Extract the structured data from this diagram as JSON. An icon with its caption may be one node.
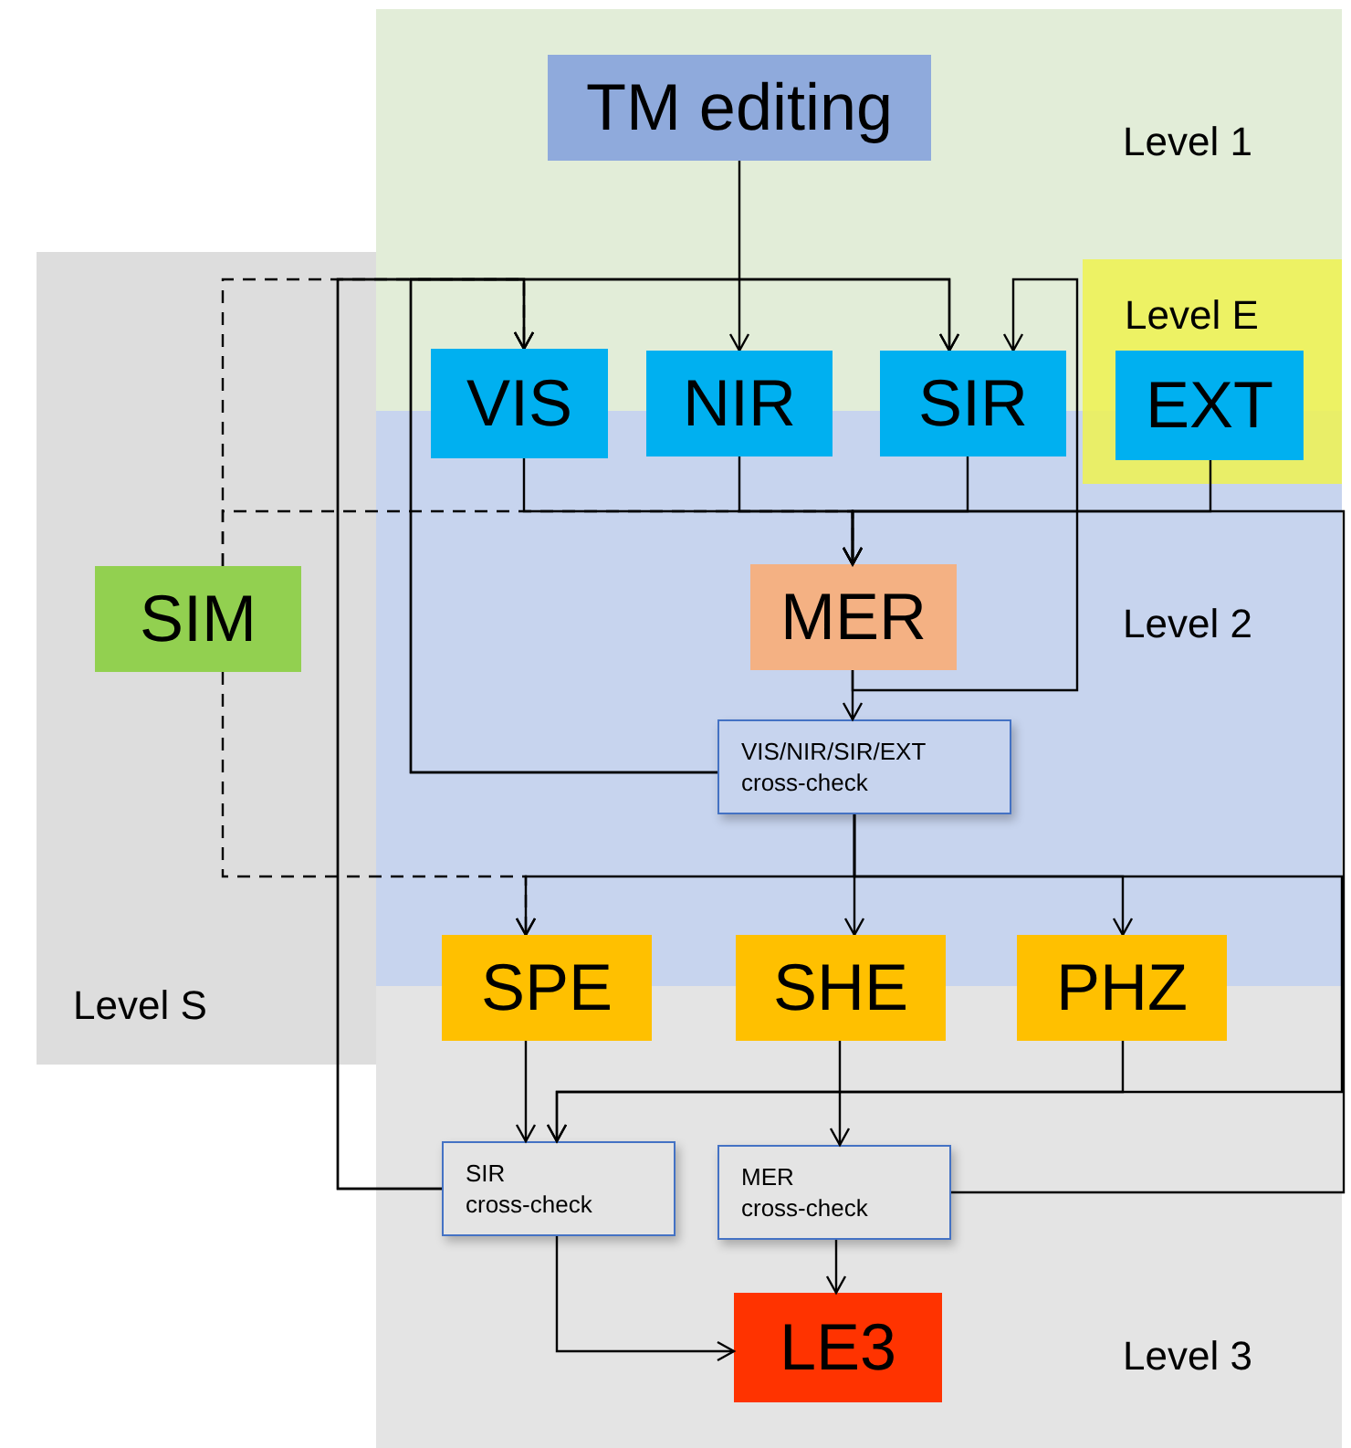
{
  "diagram": {
    "nodes": [
      {
        "text": [
          "Level 1"
        ]
      },
      {
        "text": [
          "TM editing"
        ],
        "in": 0
      },
      {
        "text": [
          "Level S"
        ]
      },
      {
        "text": [
          "SIM"
        ],
        "in": 2
      },
      {
        "text": [
          "Level E"
        ]
      },
      {
        "text": [
          "VIS"
        ]
      },
      {
        "text": [
          "NIR"
        ]
      },
      {
        "text": [
          "SIR"
        ]
      },
      {
        "text": [
          "EXT"
        ],
        "in": 4
      },
      {
        "text": [
          "Level 2"
        ]
      },
      {
        "text": [
          "MER"
        ],
        "in": 9
      },
      {
        "text": [
          "VIS/NIR/SIR/EXT cross-check"
        ],
        "in": 9
      },
      {
        "text": [
          "SPE"
        ]
      },
      {
        "text": [
          "SHE"
        ]
      },
      {
        "text": [
          "PHZ"
        ]
      },
      {
        "text": [
          "Level 3"
        ]
      },
      {
        "text": [
          "SIR cross-check"
        ],
        "in": 15
      },
      {
        "text": [
          "MER cross-check"
        ],
        "in": 15
      },
      {
        "text": [
          "LE3"
        ],
        "in": 15
      }
    ],
    "edges": [
      {
        "from": 1,
        "to": 6,
        "arrow": "to"
      },
      {
        "from": 3,
        "to": 5,
        "arrow": "to",
        "style": "dashed"
      },
      {
        "from": 3,
        "to": 10,
        "arrow": "to",
        "style": "dashed"
      },
      {
        "from": 3,
        "to": 12,
        "arrow": "to",
        "style": "dashed"
      },
      {
        "from": 16,
        "to": 5,
        "arrow": "to"
      },
      {
        "from": 16,
        "to": 7,
        "arrow": "to"
      },
      {
        "from": 11,
        "to": 5,
        "arrow": "to"
      },
      {
        "from": 11,
        "to": 7,
        "arrow": "to"
      },
      {
        "from": 10,
        "to": 7,
        "arrow": "to"
      },
      {
        "from": 5,
        "to": 10,
        "arrow": "to"
      },
      {
        "from": 6,
        "to": 10,
        "arrow": "to"
      },
      {
        "from": 7,
        "to": 10,
        "arrow": "to"
      },
      {
        "from": 8,
        "to": 10,
        "arrow": "to"
      },
      {
        "from": 17,
        "to": 10,
        "arrow": "to"
      },
      {
        "from": 10,
        "to": 11,
        "arrow": "to"
      },
      {
        "from": 11,
        "to": 12,
        "arrow": "to"
      },
      {
        "from": 11,
        "to": 13,
        "arrow": "to"
      },
      {
        "from": 11,
        "to": 14,
        "arrow": "to"
      },
      {
        "from": 12,
        "to": 16,
        "arrow": "to"
      },
      {
        "from": 14,
        "to": 16,
        "arrow": "to"
      },
      {
        "from": 11,
        "to": 16,
        "arrow": "to"
      },
      {
        "from": 13,
        "to": 17,
        "arrow": "to"
      },
      {
        "from": 16,
        "to": 18,
        "arrow": "to"
      },
      {
        "from": 17,
        "to": 18,
        "arrow": "to"
      }
    ]
  }
}
